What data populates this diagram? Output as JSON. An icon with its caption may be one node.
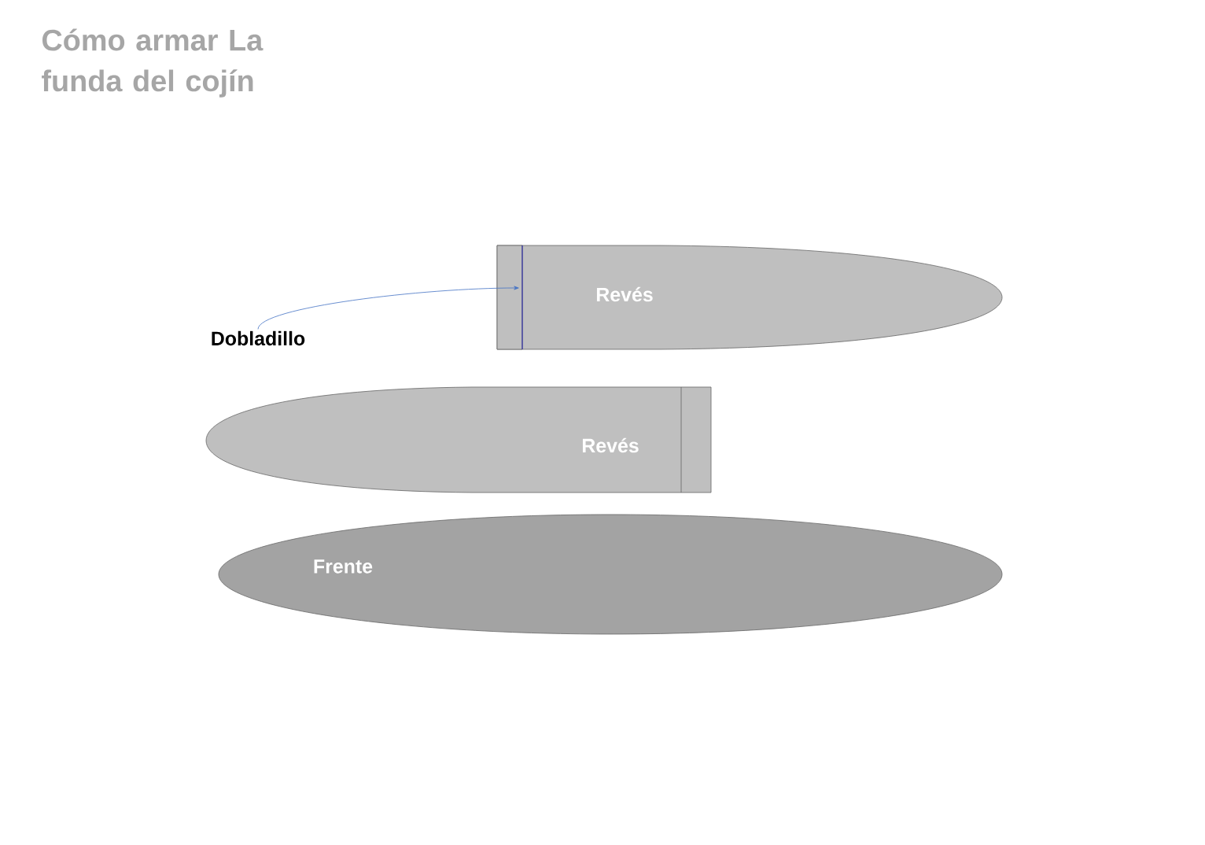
{
  "diagram": {
    "title": "Cómo armar La funda del cojín",
    "nodes": [
      {
        "text": [
          "Revés"
        ]
      },
      {
        "text": [],
        "shape": "box",
        "in": 0
      },
      {
        "text": [
          "Revés"
        ]
      },
      {
        "text": [
          "Frente"
        ]
      },
      {
        "text": [
          "Dobladillo"
        ]
      }
    ],
    "edges": [
      {
        "from": 4,
        "to": 1,
        "arrow": "to",
        "color": "#4472c4"
      }
    ]
  }
}
